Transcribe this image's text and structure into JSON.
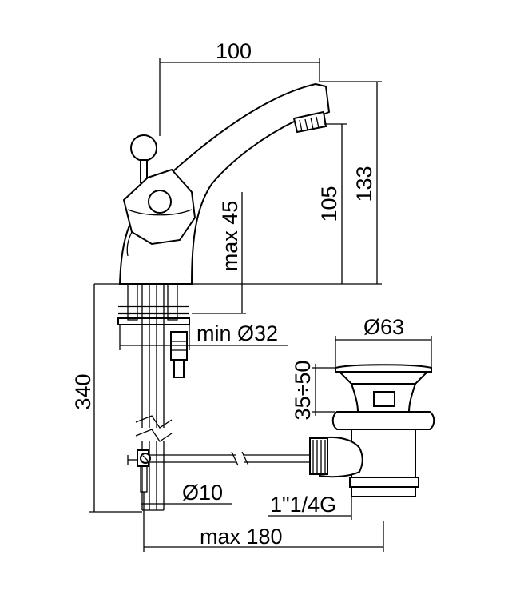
{
  "dimensions": {
    "spout_reach": "100",
    "total_height": "133",
    "spout_height": "105",
    "max_deck_thickness": "max 45",
    "min_hole_diameter": "min Ø32",
    "hose_length": "340",
    "rod_diameter": "Ø10",
    "max_rod_reach": "max 180",
    "waste_flange_diameter": "Ø63",
    "waste_thickness_range": "35÷50",
    "waste_thread": "1\"1/4G"
  }
}
